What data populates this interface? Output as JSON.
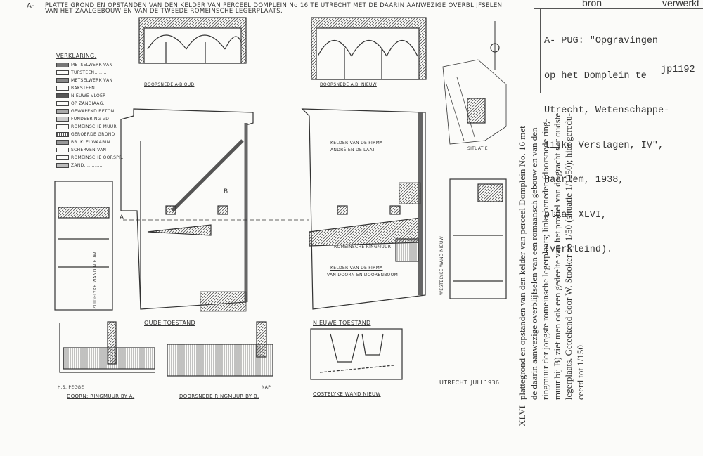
{
  "header_table": {
    "col_source": "bron",
    "col_processed": "verwerkt",
    "source_lines": [
      "A- PUG: \"Opgravingen",
      "op het Domplein te",
      "Utrecht, Wetenschappe-",
      "lijke Verslagen, IV\",",
      "Haarlem, 1938,",
      "plaat XLVI,",
      "(verkleind)."
    ],
    "processed_value": "jp1192"
  },
  "plate": {
    "prefix": "A-",
    "title_line1": "PLATTE GROND EN OPSTANDEN VAN DEN KELDER VAN PERCEEL DOMPLEIN No 16 TE UTRECHT MET DE DAARIN AANWEZIGE OVERBLIJFSELEN",
    "title_line2": "VAN HET ZAALGEBOUW EN VAN DE TWEEDE ROMEINSCHE LEGERPLAATS.",
    "legend_title": "VERKLARING.",
    "legend": [
      "METSELWERK VAN",
      "TUFSTEEN........",
      "METSELWERK VAN",
      "BAKSTEEN........",
      "NIEUWE VLOER",
      "OP ZANDIAAG.",
      "GEWAPEND BETON",
      "FUNDEERING VD",
      "ROMEINSCHE MUUR",
      "GEROERDE GROND",
      "BR. KLEI WAARIN",
      "SCHERVEN VAN",
      "ROMEINSCHE OORSPR.",
      "ZAND............"
    ],
    "labels": {
      "section_old": "DOORSNEDE A-B OUD",
      "section_new": "DOORSNEDE A.B. NIEUW",
      "old_state": "OUDE TOESTAND",
      "new_state": "NIEUWE TOESTAND",
      "situation": "SITUATIE",
      "cellar_1": "KELDER VAN DE FIRMA",
      "cellar_1b": "ANDRÉ EN DE LAAT",
      "cellar_2": "KELDER VAN DE FIRMA",
      "cellar_2b": "VAN DOORN EN DOORENBOOM",
      "roman_wall": "ROMEINSCHE RINGMUUR",
      "south_wall": "ZUIDELYKE WAND NIEUW",
      "west_wall": "WESTELYKE WAND NIEUW",
      "ring_a": "DOORN: RINGMUUR BY A.",
      "ring_b": "DOORSNEDE RINGMUUR BY B.",
      "east_wall": "OOSTELYKE WAND NIEUW",
      "date": "UTRECHT. JULI 1936.",
      "marker_a": "A",
      "marker_b": "B",
      "initials": "H.S. PEGGE",
      "nap": "NAP"
    }
  },
  "caption": {
    "number": "XLVI",
    "lines": [
      "plattegrond en opstanden van den kelder van perceel Domplein No. 16 met",
      "de daarin aanwezige overblijfselen van een romaansch gebouw en van den",
      "ringmuur der jongste romeinsche legerplaats; links beneden (doorsnede ring-",
      "muur bij B) ziet men ook een gedeelte van het profiel van de gracht der oudste",
      "legerplaats. Geteekend door W. Stooker op 1/50 (situatie 1/1250); hier geredu-",
      "ceerd tot 1/150."
    ]
  }
}
